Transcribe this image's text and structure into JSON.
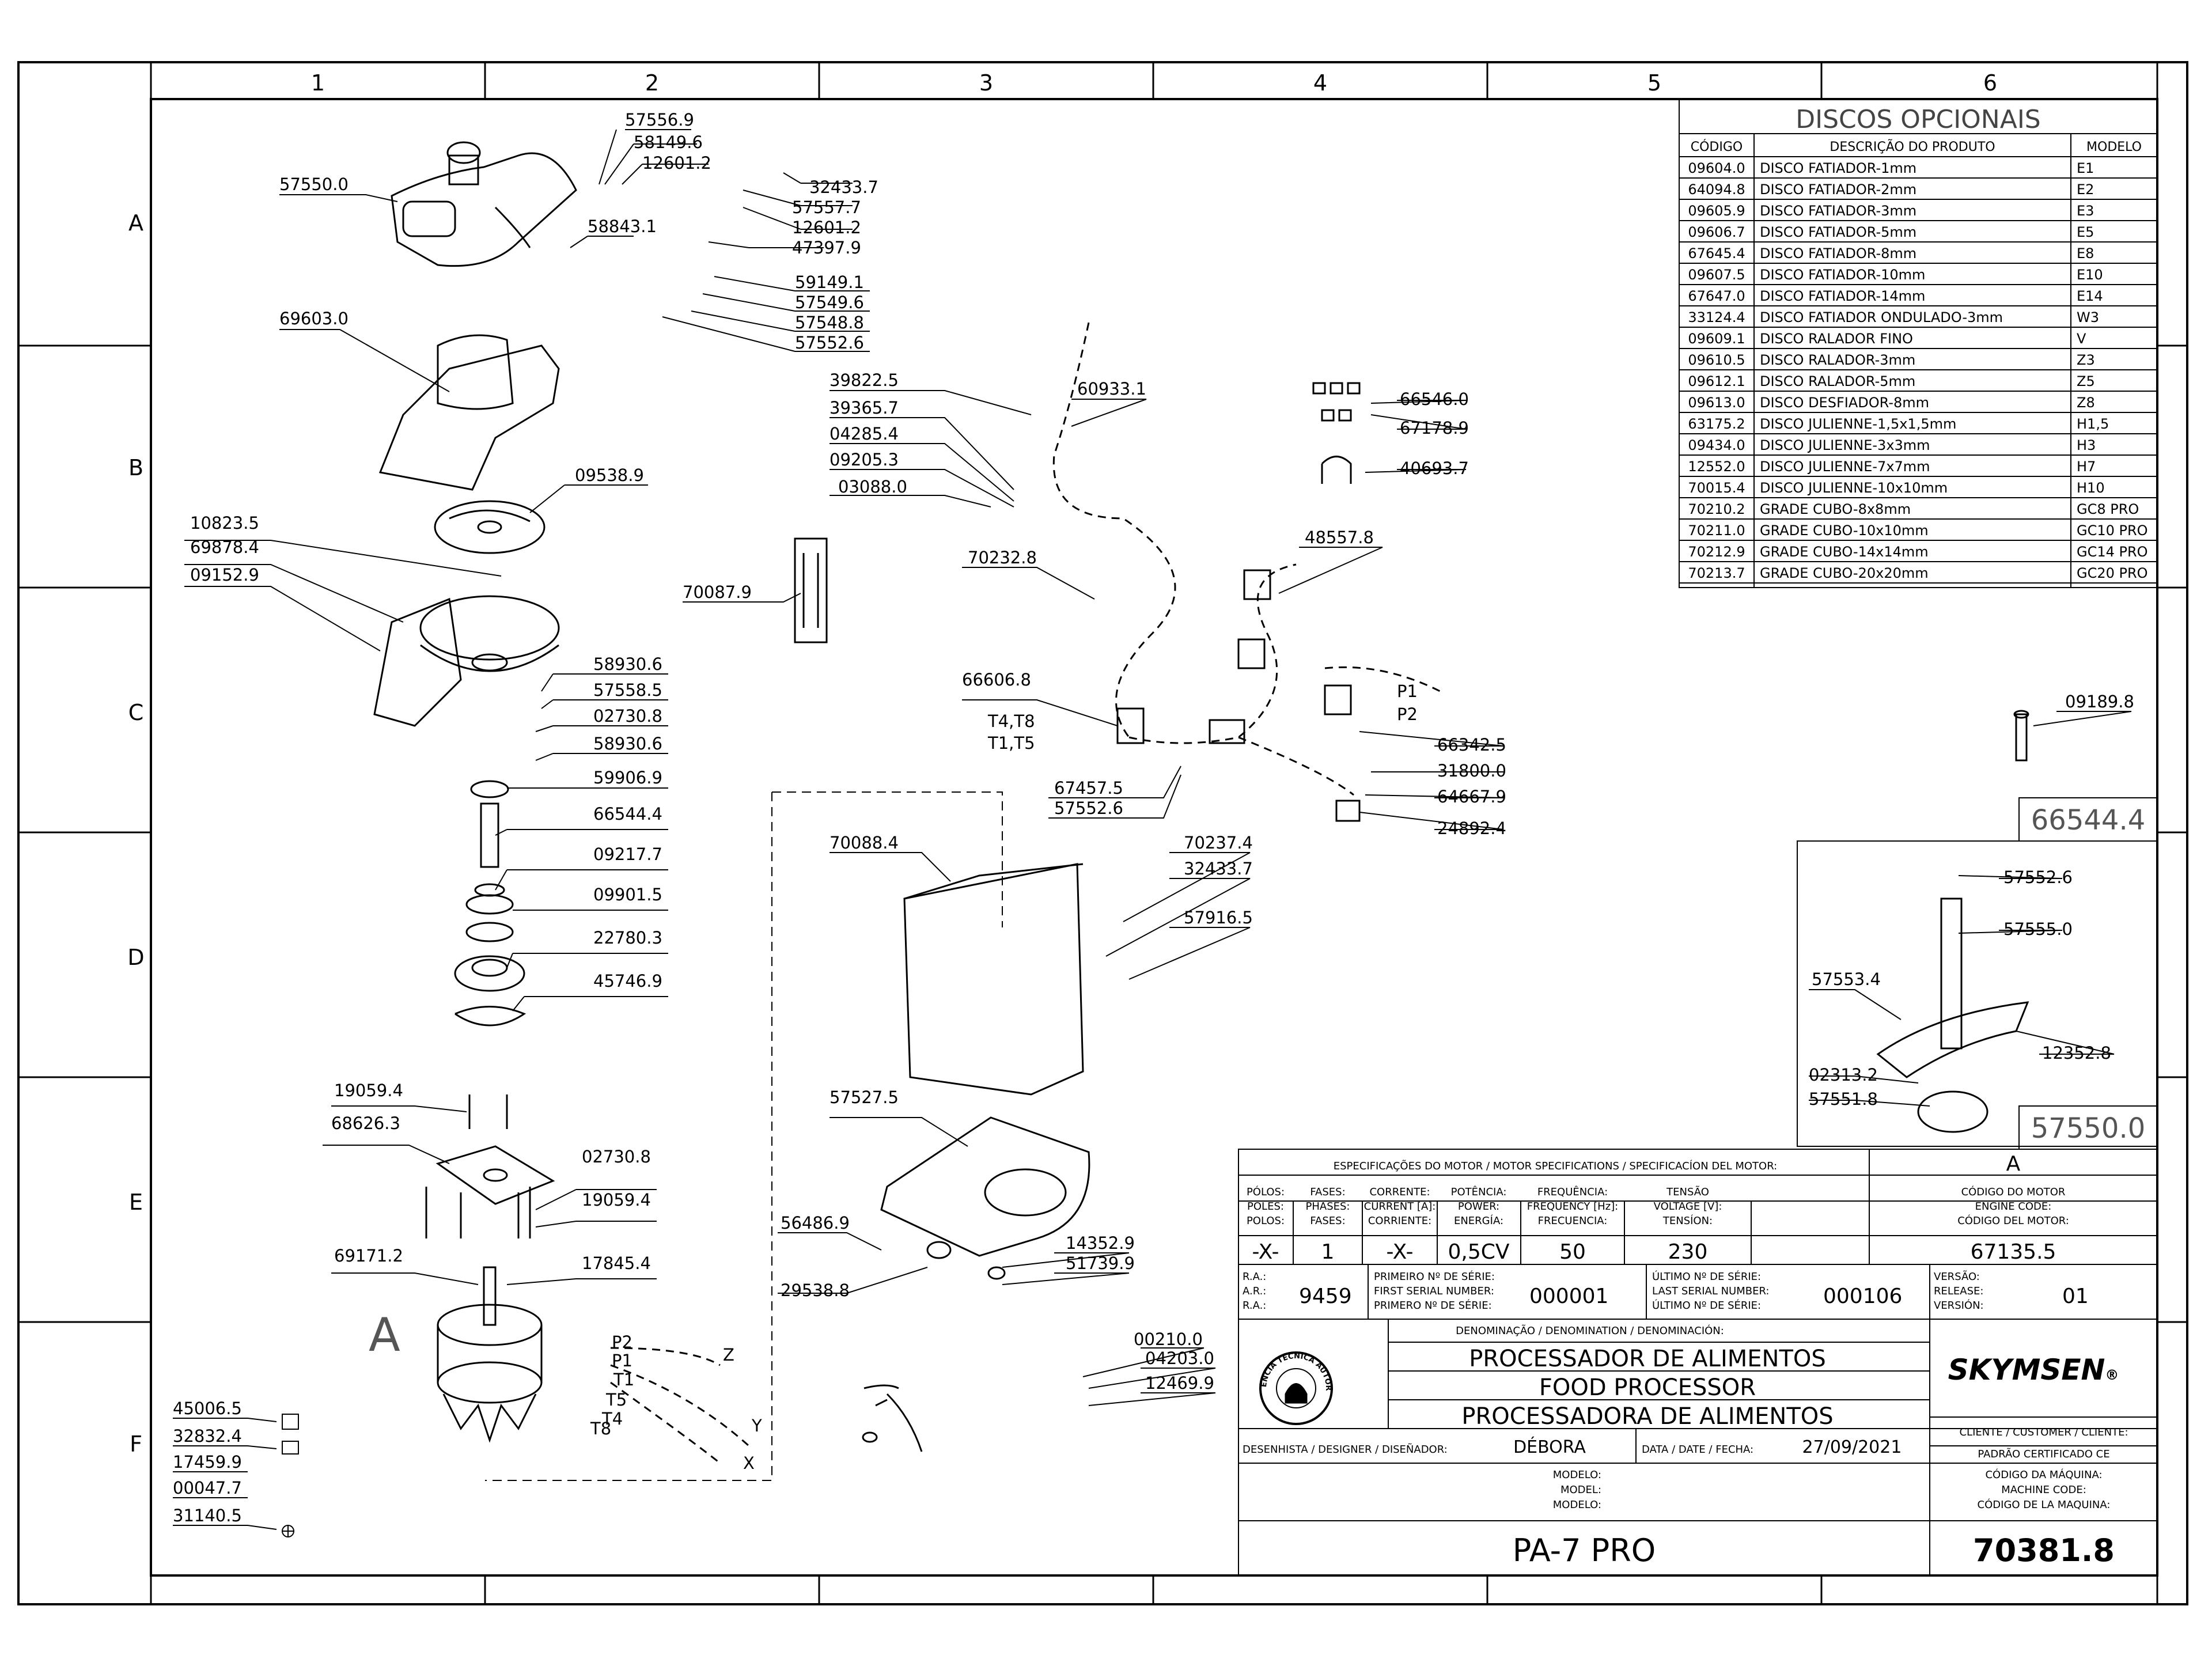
{
  "grid": {
    "columns": [
      "1",
      "2",
      "3",
      "4",
      "5",
      "6"
    ],
    "rows": [
      "A",
      "B",
      "C",
      "D",
      "E",
      "F"
    ]
  },
  "callouts": {
    "c57556_9": "57556.9",
    "c58149_6": "58149.6",
    "c12601_2a": "12601.2",
    "c57550_0": "57550.0",
    "c32433_7a": "32433.7",
    "c57557_7": "57557.7",
    "c12601_2b": "12601.2",
    "c58843_1": "58843.1",
    "c47397_9": "47397.9",
    "c59149_1": "59149.1",
    "c57549_6": "57549.6",
    "c57548_8": "57548.8",
    "c57552_6a": "57552.6",
    "c69603_0": "69603.0",
    "c09538_9": "09538.9",
    "c10823_5": "10823.5",
    "c69878_4": "69878.4",
    "c09152_9": "09152.9",
    "c58930_6a": "58930.6",
    "c57558_5": "57558.5",
    "c02730_8a": "02730.8",
    "c58930_6b": "58930.6",
    "c59906_9": "59906.9",
    "c66544_4": "66544.4",
    "c09217_7": "09217.7",
    "c09901_5": "09901.5",
    "c22780_3": "22780.3",
    "c45746_9": "45746.9",
    "c19059_4a": "19059.4",
    "c68626_3": "68626.3",
    "c02730_8b": "02730.8",
    "c19059_4b": "19059.4",
    "c69171_2": "69171.2",
    "c17845_4": "17845.4",
    "c39822_5": "39822.5",
    "c39365_7": "39365.7",
    "c04285_4": "04285.4",
    "c09205_3": "09205.3",
    "c03088_0": "03088.0",
    "c60933_1": "60933.1",
    "c70087_9": "70087.9",
    "c70232_8": "70232.8",
    "c66606_8": "66606.8",
    "c67457_5": "67457.5",
    "c57552_6b": "57552.6",
    "c70088_4": "70088.4",
    "c70237_4": "70237.4",
    "c32433_7b": "32433.7",
    "c57916_5": "57916.5",
    "c57527_5": "57527.5",
    "c56486_9": "56486.9",
    "c29538_8": "29538.8",
    "c14352_9": "14352.9",
    "c51739_9": "51739.9",
    "c00210_0": "00210.0",
    "c04203_0": "04203.0",
    "c12469_9": "12469.9",
    "c66546_0": "66546.0",
    "c67178_9": "67178.9",
    "c40693_7": "40693.7",
    "c48557_8": "48557.8",
    "c66342_5": "66342.5",
    "c31800_0": "31800.0",
    "c64667_9": "64667.9",
    "c24892_4": "24892.4",
    "c09189_8": "09189.8",
    "c57552_6c": "57552.6",
    "c57555_0": "57555.0",
    "c57553_4": "57553.4",
    "c12352_8": "12352.8",
    "c02313_2": "02313.2",
    "c57551_8": "57551.8",
    "c45006_5": "45006.5",
    "c32832_4": "32832.4",
    "c17459_9": "17459.9",
    "c00047_7": "00047.7",
    "c31140_5": "31140.5"
  },
  "wiring": {
    "t4t8": "T4,T8",
    "t1t5": "T1,T5",
    "p1": "P1",
    "p2": "P2",
    "m_p2": "P2",
    "m_p1": "P1",
    "m_t1": "T1",
    "m_t5": "T5",
    "m_t4": "T4",
    "m_t8": "T8",
    "z": "Z",
    "y": "Y",
    "x": "X",
    "motor_letter": "A"
  },
  "detail_boxes": {
    "box1": "66544.4",
    "box2": "57550.0"
  },
  "discos": {
    "title": "DISCOS OPCIONAIS",
    "headers": [
      "CÓDIGO",
      "DESCRIÇÃO DO PRODUTO",
      "MODELO"
    ],
    "rows": [
      [
        "09604.0",
        "DISCO FATIADOR-1mm",
        "E1"
      ],
      [
        "64094.8",
        "DISCO FATIADOR-2mm",
        "E2"
      ],
      [
        "09605.9",
        "DISCO FATIADOR-3mm",
        "E3"
      ],
      [
        "09606.7",
        "DISCO FATIADOR-5mm",
        "E5"
      ],
      [
        "67645.4",
        "DISCO FATIADOR-8mm",
        "E8"
      ],
      [
        "09607.5",
        "DISCO FATIADOR-10mm",
        "E10"
      ],
      [
        "67647.0",
        "DISCO FATIADOR-14mm",
        "E14"
      ],
      [
        "33124.4",
        "DISCO FATIADOR ONDULADO-3mm",
        "W3"
      ],
      [
        "09609.1",
        "DISCO RALADOR FINO",
        "V"
      ],
      [
        "09610.5",
        "DISCO RALADOR-3mm",
        "Z3"
      ],
      [
        "09612.1",
        "DISCO RALADOR-5mm",
        "Z5"
      ],
      [
        "09613.0",
        "DISCO DESFIADOR-8mm",
        "Z8"
      ],
      [
        "63175.2",
        "DISCO JULIENNE-1,5x1,5mm",
        "H1,5"
      ],
      [
        "09434.0",
        "DISCO JULIENNE-3x3mm",
        "H3"
      ],
      [
        "12552.0",
        "DISCO JULIENNE-7x7mm",
        "H7"
      ],
      [
        "70015.4",
        "DISCO JULIENNE-10x10mm",
        "H10"
      ],
      [
        "70210.2",
        "GRADE CUBO-8x8mm",
        "GC8 PRO"
      ],
      [
        "70211.0",
        "GRADE CUBO-10x10mm",
        "GC10 PRO"
      ],
      [
        "70212.9",
        "GRADE CUBO-14x14mm",
        "GC14 PRO"
      ],
      [
        "70213.7",
        "GRADE CUBO-20x20mm",
        "GC20 PRO"
      ]
    ]
  },
  "title_block": {
    "spec_header": "ESPECIFICAÇÕES DO MOTOR / MOTOR SPECIFICATIONS / SPECIFICACÍON DEL MOTOR:",
    "motor_letter": "A",
    "polos_l1": "PÓLOS:",
    "polos_l2": "POLES:",
    "polos_l3": "POLOS:",
    "fases_l1": "FASES:",
    "fases_l2": "PHASES:",
    "fases_l3": "FASES:",
    "corr_l1": "CORRENTE:",
    "corr_l2": "CURRENT [A]:",
    "corr_l3": "CORRIENTE:",
    "pot_l1": "POTÊNCIA:",
    "pot_l2": "POWER:",
    "pot_l3": "ENERGÍA:",
    "freq_l1": "FREQUÊNCIA:",
    "freq_l2": "FREQUENCY [Hz]:",
    "freq_l3": "FRECUENCIA:",
    "tens_l1": "TENSÃO",
    "tens_l2": "VOLTAGE [V]:",
    "tens_l3": "TENSÍON:",
    "cod_l1": "CÓDIGO DO MOTOR",
    "cod_l2": "ENGINE CODE:",
    "cod_l3": "CÓDIGO DEL MOTOR:",
    "polos_v": "-X-",
    "fases_v": "1",
    "corr_v": "-X-",
    "pot_v": "0,5CV",
    "freq_v": "50",
    "tens_v": "230",
    "cod_v": "67135.5",
    "ra_l1": "R.A.:",
    "ra_l2": "A.R.:",
    "ra_l3": "R.A.:",
    "ra_v": "9459",
    "first_l1": "PRIMEIRO Nº DE SÉRIE:",
    "first_l2": "FIRST SERIAL NUMBER:",
    "first_l3": "PRIMERO Nº DE SÉRIE:",
    "first_v": "000001",
    "last_l1": "ÚLTIMO Nº DE SÉRIE:",
    "last_l2": "LAST SERIAL NUMBER:",
    "last_l3": "ÚLTIMO Nº DE SÉRIE:",
    "last_v": "000106",
    "ver_l1": "VERSÃO:",
    "ver_l2": "RELEASE:",
    "ver_l3": "VERSIÓN:",
    "ver_v": "01",
    "denom_label": "DENOMINAÇÃO / DENOMINATION / DENOMINACIÓN:",
    "name_pt": "PROCESSADOR DE ALIMENTOS",
    "name_en": "FOOD PROCESSOR",
    "name_es": "PROCESSADORA DE ALIMENTOS",
    "brand": "SKYMSEN",
    "brand_mark": "®",
    "seal_text": "ASSISTÊNCIA TÉCNICA AUTORIZADA",
    "client_label": "CLIENTE / CUSTOMER / CLIENTE:",
    "client_v": "PADRÃO CERTIFICADO CE",
    "designer_label": "DESENHISTA / DESIGNER / DISEÑADOR:",
    "designer_v": "DÉBORA",
    "date_label": "DATA / DATE / FECHA:",
    "date_v": "27/09/2021",
    "modelo_l1": "MODELO:",
    "modelo_l2": "MODEL:",
    "modelo_l3": "MODELO:",
    "mcode_l1": "CÓDIGO DA MÁQUINA:",
    "mcode_l2": "MACHINE CODE:",
    "mcode_l3": "CÓDIGO DE LA MAQUINA:",
    "model_v": "PA-7 PRO",
    "machine_code_v": "70381.8"
  }
}
